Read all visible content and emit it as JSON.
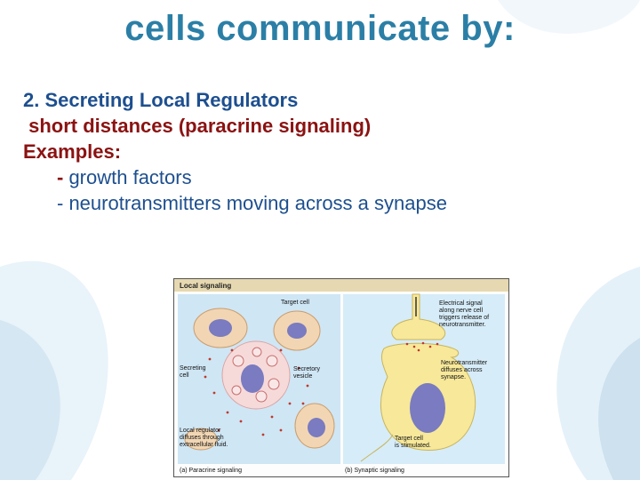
{
  "slide": {
    "title": "cells communicate by:",
    "line1": "2. Secreting Local Regulators",
    "line2": " short distances (paracrine signaling)",
    "line3": "Examples:",
    "example1_dash": "-",
    "example1_text": " growth factors",
    "example2": "- neurotransmitters moving across a synapse"
  },
  "figure": {
    "header": "Local signaling",
    "left": {
      "target_cell": "Target cell",
      "secreting_cell": [
        "Secreting",
        "cell"
      ],
      "secretory_vesicle": [
        "Secretory",
        "vesicle"
      ],
      "local_regulator": [
        "Local regulator",
        "diffuses through",
        "extracellular fluid."
      ],
      "caption": "(a) Paracrine signaling"
    },
    "right": {
      "electrical_signal": [
        "Electrical signal",
        "along nerve cell",
        "triggers release of",
        "neurotransmitter."
      ],
      "neurotransmitter": [
        "Neurotransmitter",
        "diffuses across",
        "synapse."
      ],
      "target_cell": [
        "Target cell",
        "is stimulated."
      ],
      "caption": "(b) Synaptic signaling"
    }
  },
  "colors": {
    "title": "#2b7fa6",
    "text_blue": "#1d4f8f",
    "text_red": "#8b1212",
    "panel_left": "#cfe6f5",
    "panel_right": "#d6ecf8",
    "cell_fill": "#f2d6b3",
    "nucleus": "#7a7bc0"
  }
}
